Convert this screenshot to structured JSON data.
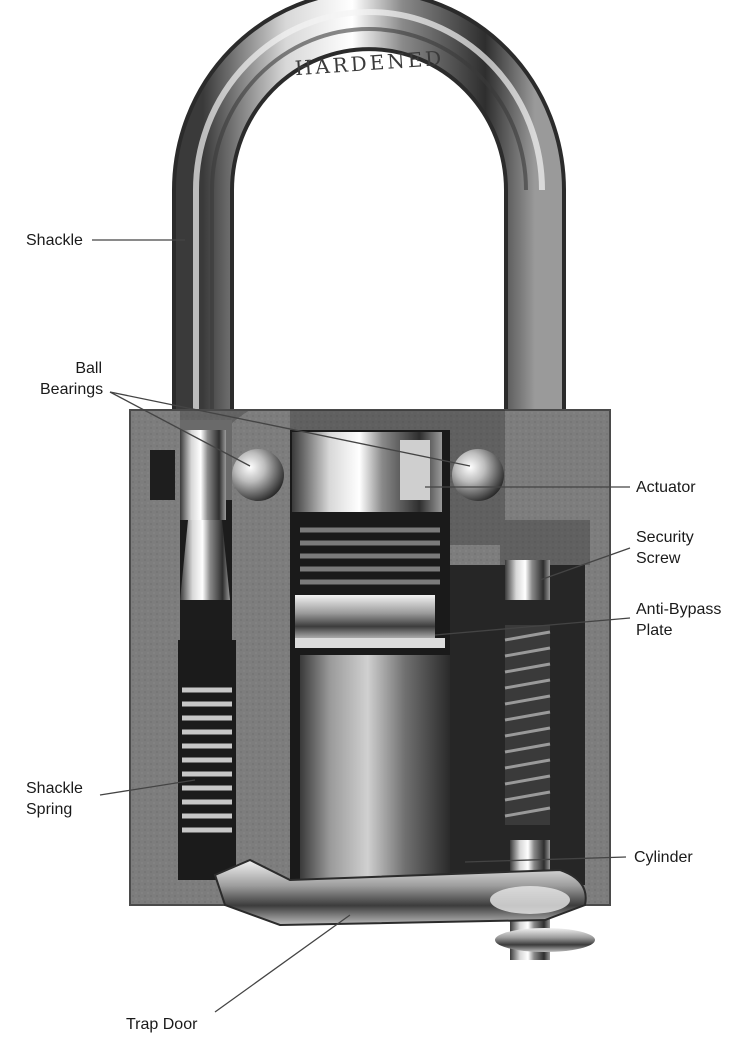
{
  "diagram": {
    "shackle_stamp": "HARDENED",
    "labels": {
      "shackle": "Shackle",
      "ball_bearings": [
        "Ball",
        "Bearings"
      ],
      "actuator": "Actuator",
      "security_screw": [
        "Security",
        "Screw"
      ],
      "anti_bypass_plate": [
        "Anti-Bypass",
        "Plate"
      ],
      "shackle_spring": [
        "Shackle",
        "Spring"
      ],
      "cylinder": "Cylinder",
      "trap_door": "Trap Door"
    }
  }
}
